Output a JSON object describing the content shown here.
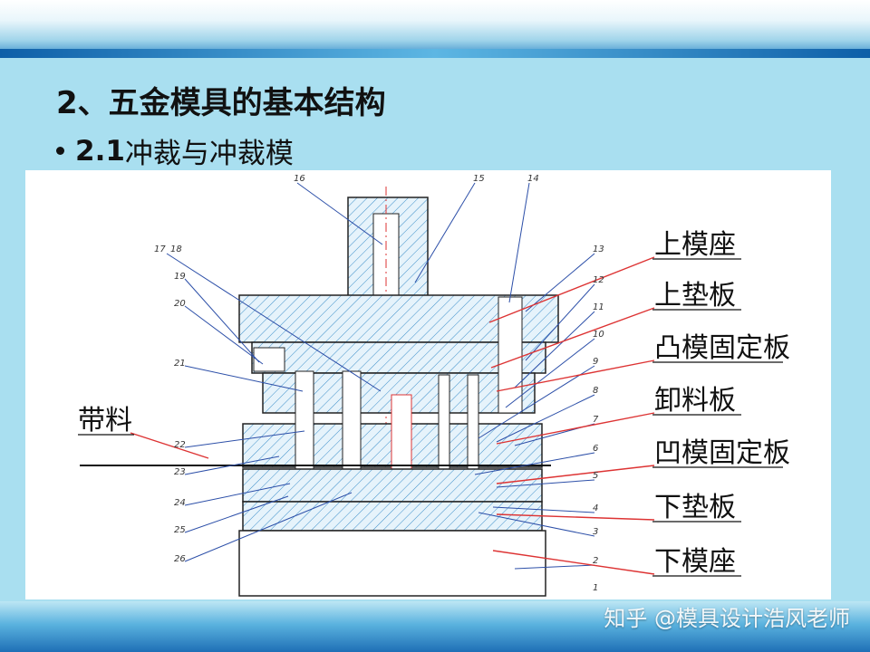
{
  "slide": {
    "title": "2、五金模具的基本结构",
    "bullet_num": "2.1",
    "bullet_text": "冲裁与冲裁模"
  },
  "figure": {
    "labels_right": [
      "上模座",
      "上垫板",
      "凸模固定板",
      "卸料板",
      "凹模固定板",
      "下垫板",
      "下模座"
    ],
    "label_left": "带料",
    "numbers_top": [
      "16",
      "15",
      "14",
      "13"
    ],
    "numbers_left": [
      "17",
      "18",
      "19",
      "20",
      "21",
      "22",
      "23",
      "24",
      "25",
      "26"
    ],
    "numbers_right": [
      "12",
      "11",
      "10",
      "9",
      "8",
      "7",
      "6",
      "5",
      "4",
      "3",
      "2",
      "1"
    ]
  },
  "watermark": "知乎 @模具设计浩风老师"
}
